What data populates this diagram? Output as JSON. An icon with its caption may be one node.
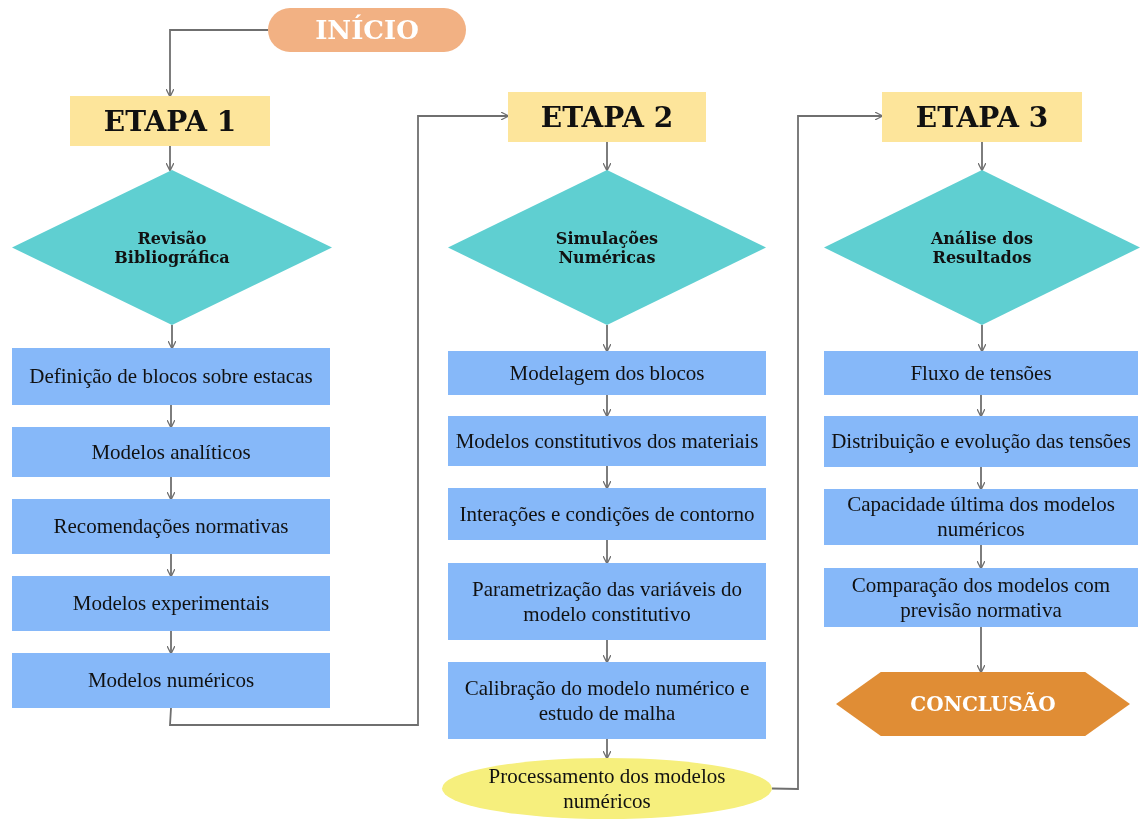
{
  "diagram": {
    "nodes": [
      {
        "text": [
          "INÍCIO"
        ]
      },
      {
        "text": [
          "ETAPA 1"
        ]
      },
      {
        "text": [
          "Revisão Bibliográfica"
        ]
      },
      {
        "text": [
          "Definição de blocos sobre estacas"
        ]
      },
      {
        "text": [
          "Modelos analíticos"
        ]
      },
      {
        "text": [
          "Recomendações normativas"
        ]
      },
      {
        "text": [
          "Modelos experimentais"
        ]
      },
      {
        "text": [
          "Modelos numéricos"
        ]
      },
      {
        "text": [
          "ETAPA 2"
        ]
      },
      {
        "text": [
          "Simulações Numéricas"
        ]
      },
      {
        "text": [
          "Modelagem dos blocos"
        ]
      },
      {
        "text": [
          "Modelos constitutivos dos materiais"
        ]
      },
      {
        "text": [
          "Interações e condições de contorno"
        ]
      },
      {
        "text": [
          "Parametrização das variáveis do modelo constitutivo"
        ]
      },
      {
        "text": [
          "Calibração do modelo numérico e estudo de malha"
        ]
      },
      {
        "text": [
          "Processamento dos modelos numéricos"
        ]
      },
      {
        "text": [
          "ETAPA 3"
        ]
      },
      {
        "text": [
          "Análise dos Resultados"
        ]
      },
      {
        "text": [
          "Fluxo de tensões"
        ]
      },
      {
        "text": [
          "Distribuição e evolução das tensões"
        ]
      },
      {
        "text": [
          "Capacidade última dos modelos numéricos"
        ]
      },
      {
        "text": [
          "Comparação dos modelos com previsão normativa"
        ]
      },
      {
        "text": [
          "CONCLUSÃO"
        ]
      }
    ],
    "edges": [
      {
        "from": 0,
        "to": 1,
        "arrow": "to"
      },
      {
        "from": 1,
        "to": 2,
        "arrow": "to"
      },
      {
        "from": 2,
        "to": 3,
        "arrow": "to"
      },
      {
        "from": 3,
        "to": 4,
        "arrow": "to"
      },
      {
        "from": 4,
        "to": 5,
        "arrow": "to"
      },
      {
        "from": 5,
        "to": 6,
        "arrow": "to"
      },
      {
        "from": 6,
        "to": 7,
        "arrow": "to"
      },
      {
        "from": 7,
        "to": 8,
        "arrow": "to"
      },
      {
        "from": 8,
        "to": 9,
        "arrow": "to"
      },
      {
        "from": 9,
        "to": 10,
        "arrow": "to"
      },
      {
        "from": 10,
        "to": 11,
        "arrow": "to"
      },
      {
        "from": 11,
        "to": 12,
        "arrow": "to"
      },
      {
        "from": 12,
        "to": 13,
        "arrow": "to"
      },
      {
        "from": 13,
        "to": 14,
        "arrow": "to"
      },
      {
        "from": 14,
        "to": 15,
        "arrow": "to"
      },
      {
        "from": 15,
        "to": 16,
        "arrow": "to"
      },
      {
        "from": 16,
        "to": 17,
        "arrow": "to"
      },
      {
        "from": 17,
        "to": 18,
        "arrow": "to"
      },
      {
        "from": 18,
        "to": 19,
        "arrow": "to"
      },
      {
        "from": 19,
        "to": 20,
        "arrow": "to"
      },
      {
        "from": 20,
        "to": 21,
        "arrow": "to"
      },
      {
        "from": 21,
        "to": 22,
        "arrow": "to"
      }
    ]
  }
}
